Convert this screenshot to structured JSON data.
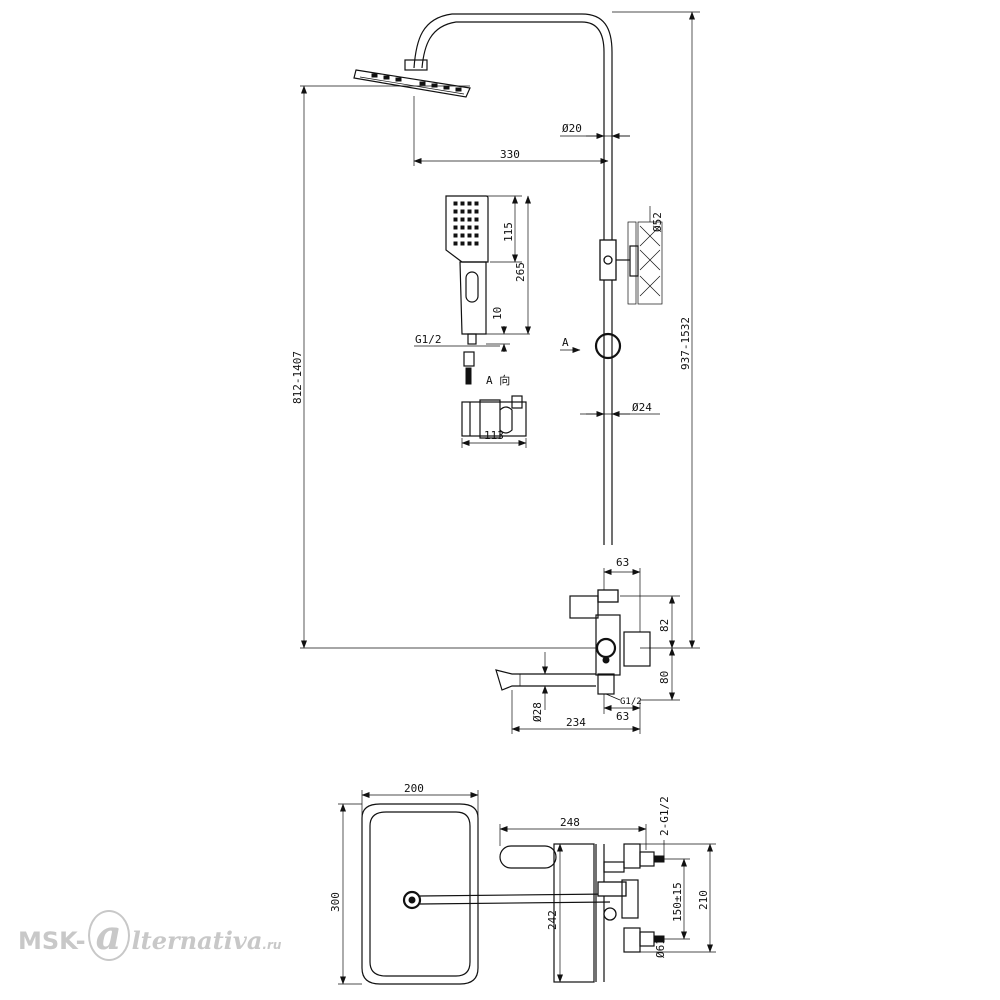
{
  "dimensions": {
    "pipe_dia_top": "Ø20",
    "arm_reach": "330",
    "handshower_head_len": "115",
    "handshower_len": "265",
    "handshower_neck": "10",
    "hose_thread": "G1/2",
    "view_arrow": "A",
    "view_label": "A 向",
    "holder_width": "113",
    "holder_ring_dia": "Ø52",
    "pipe_dia_lower": "Ø24",
    "head_height_range": "812-1407",
    "total_height_range": "937-1532",
    "mixer_offset_top": "63",
    "mixer_height_upper": "82",
    "mixer_height_lower": "80",
    "inlet_thread": "G1/2",
    "inlet_offset": "63",
    "spout_dia": "Ø28",
    "spout_reach": "234",
    "head_width": "200",
    "head_depth": "300",
    "top_width": "248",
    "inlet_thread_pair": "2-G1/2",
    "inlet_spacing": "150±15",
    "mixer_depth": "210",
    "body_height": "242",
    "escutcheon_dia": "Ø61"
  },
  "watermark": {
    "brand_left": "MSK-",
    "brand_glyph": "a",
    "brand_right": "lternativa",
    "domain": ".ru"
  },
  "colors": {
    "line": "#111111",
    "watermark": "#c8c8c8"
  }
}
